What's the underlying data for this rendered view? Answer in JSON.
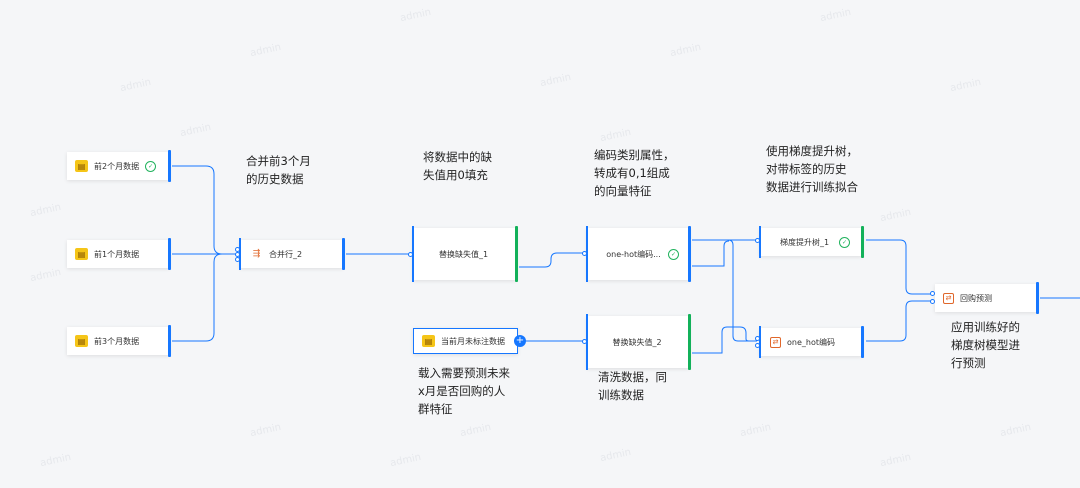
{
  "watermark": "admin",
  "nodes": {
    "prev2": {
      "label": "前2个月数据",
      "status": "✓"
    },
    "prev1": {
      "label": "前1个月数据"
    },
    "prev3": {
      "label": "前3个月数据"
    },
    "merge": {
      "label": "合并行_2"
    },
    "replace1": {
      "label": "替换缺失值_1"
    },
    "onehot_top": {
      "label": "one-hot编码...",
      "status": "✓"
    },
    "gbdt": {
      "label": "梯度提升树_1",
      "status": "✓"
    },
    "predict": {
      "label": "回购预测"
    },
    "curmonth": {
      "label": "当前月未标注数据"
    },
    "replace2": {
      "label": "替换缺失值_2"
    },
    "onehot_bottom": {
      "label": "one_hot编码"
    }
  },
  "icons": {
    "data": "database-icon",
    "merge": "merge-rows-icon",
    "encode": "encode-icon",
    "predict": "predict-icon",
    "check": "check-circle-icon",
    "plus": "plus-port-icon"
  },
  "notes": {
    "merge_note": "合并前3个月\n的历史数据",
    "fill_note": "将数据中的缺\n失值用0填充",
    "encode_note": "编码类别属性，\n转成有0,1组成\n的向量特征",
    "gbdt_note": "使用梯度提升树，\n对带标签的历史\n数据进行训练拟合",
    "load_note": "载入需要预测未来\nx月是否回购的人\n群特征",
    "clean_note": "清洗数据，同\n训练数据",
    "predict_note": "应用训练好的\n梯度树模型进\n行预测"
  },
  "colors": {
    "accent": "#1677ff",
    "success": "#13b15a",
    "background": "#f5f6f8"
  }
}
